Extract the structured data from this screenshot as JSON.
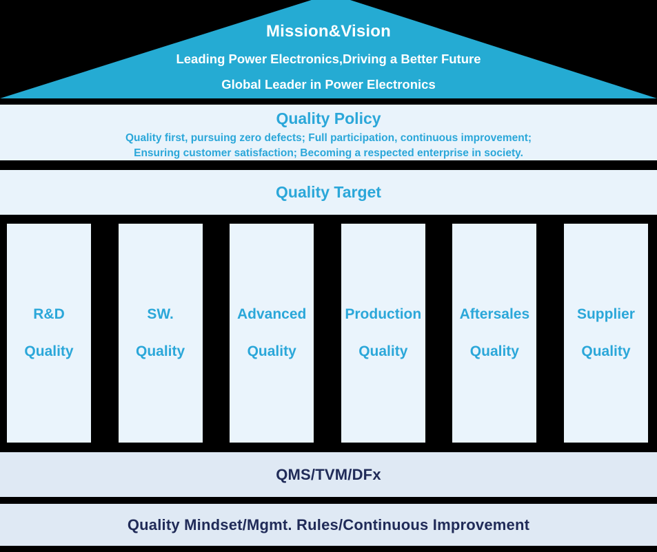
{
  "colors": {
    "background": "#000000",
    "roof_fill": "#25abd3",
    "roof_text": "#ffffff",
    "accent_text": "#2ba7d9",
    "navy_text": "#202b58",
    "band_light": "#e9f3fb",
    "pillar_fill": "#eaf4fc",
    "band_gray": "#dfe9f4"
  },
  "roof": {
    "title": "Mission&Vision",
    "subtitle1": "Leading Power Electronics,Driving a Better Future",
    "subtitle2": "Global Leader in Power Electronics"
  },
  "policy": {
    "title": "Quality Policy",
    "line1": "Quality first, pursuing zero defects; Full participation, continuous improvement;",
    "line2": "Ensuring customer satisfaction; Becoming a respected enterprise in society."
  },
  "target": {
    "title": "Quality Target"
  },
  "pillars": [
    {
      "line1": "R&D",
      "line2": "Quality"
    },
    {
      "line1": "SW.",
      "line2": "Quality"
    },
    {
      "line1": "Advanced",
      "line2": "Quality"
    },
    {
      "line1": "Production",
      "line2": "Quality"
    },
    {
      "line1": "Aftersales",
      "line2": "Quality"
    },
    {
      "line1": "Supplier",
      "line2": "Quality"
    }
  ],
  "foundation": {
    "qms": "QMS/TVM/DFx",
    "base": "Quality Mindset/Mgmt. Rules/Continuous Improvement"
  }
}
